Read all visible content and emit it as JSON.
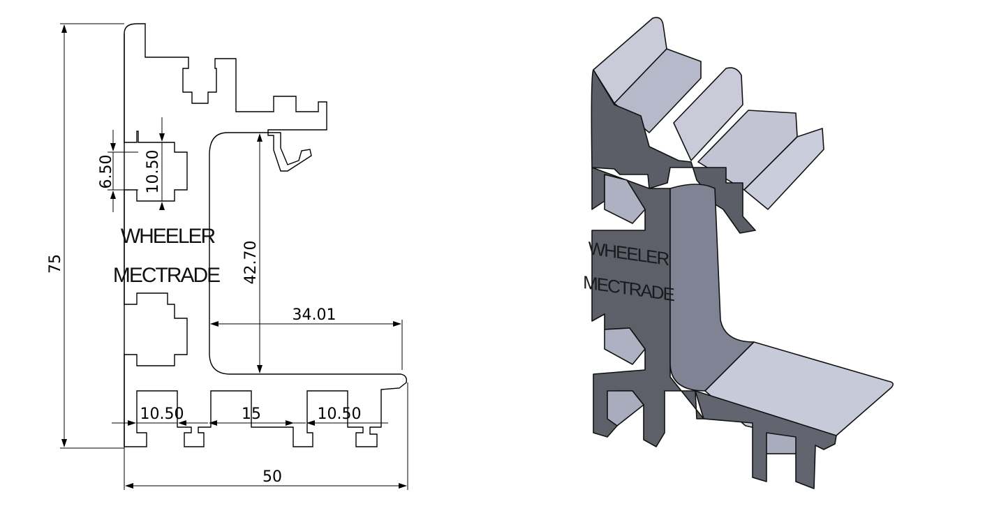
{
  "drawing": {
    "dimensions": {
      "overall_height": "75",
      "overall_width": "50",
      "slot_opening_left": "6.50",
      "slot_depth_left": "10.50",
      "web_height": "42.70",
      "flange_width": "34.01",
      "bottom_slot_left": "10.50",
      "bottom_spacing": "15",
      "bottom_slot_right": "10.50"
    },
    "brand": {
      "line1": "WHEELER",
      "line2": "MECTRADE"
    }
  },
  "render3d": {
    "brand": {
      "line1": "WHEELER",
      "line2": "MECTRADE"
    },
    "colors": {
      "face_dark": "#5a5d66",
      "face_mid": "#8c8fa0",
      "face_light": "#b9bccb",
      "face_top": "#c8cad8",
      "edge": "#111111"
    }
  }
}
